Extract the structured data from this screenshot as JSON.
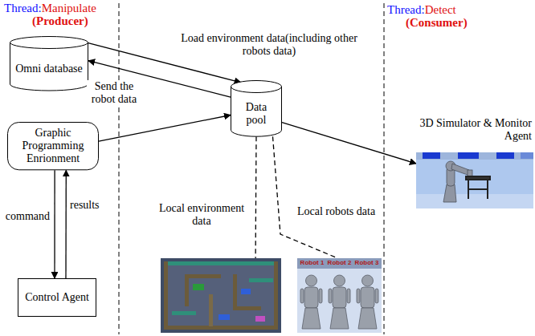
{
  "diagram": {
    "nodes": [
      {
        "text": [
          "Omni database"
        ]
      },
      {
        "text": [
          "Graphic Programming Enrionment"
        ]
      },
      {
        "text": [
          "Control Agent"
        ]
      },
      {
        "text": [
          "Data pool"
        ]
      },
      {
        "text": [
          "3D Simulator & Monitor Agent"
        ]
      },
      {
        "text": [
          "Local environment data"
        ]
      },
      {
        "text": [
          "Local robots data"
        ]
      }
    ],
    "edges": [
      {
        "from": 0,
        "to": 3,
        "label": "Load environment data(including other robots data)",
        "arrow": "to"
      },
      {
        "from": 3,
        "to": 0,
        "label": "Send the robot data",
        "arrow": "to"
      },
      {
        "from": 1,
        "to": 3,
        "arrow": "to"
      },
      {
        "from": 1,
        "to": 2,
        "label": "command",
        "arrow": "to"
      },
      {
        "from": 2,
        "to": 1,
        "label": "results",
        "arrow": "to"
      },
      {
        "from": 3,
        "to": 4,
        "arrow": "to"
      },
      {
        "from": 3,
        "to": 5,
        "arrow": "none"
      },
      {
        "from": 3,
        "to": 6,
        "arrow": "none"
      }
    ],
    "labels": [
      "Thread:",
      "Manipulate",
      "(Producer)",
      "Thread:",
      "Detect",
      "(Consumer)",
      "Robot 1",
      "Robot 2",
      "Robot 3"
    ]
  }
}
